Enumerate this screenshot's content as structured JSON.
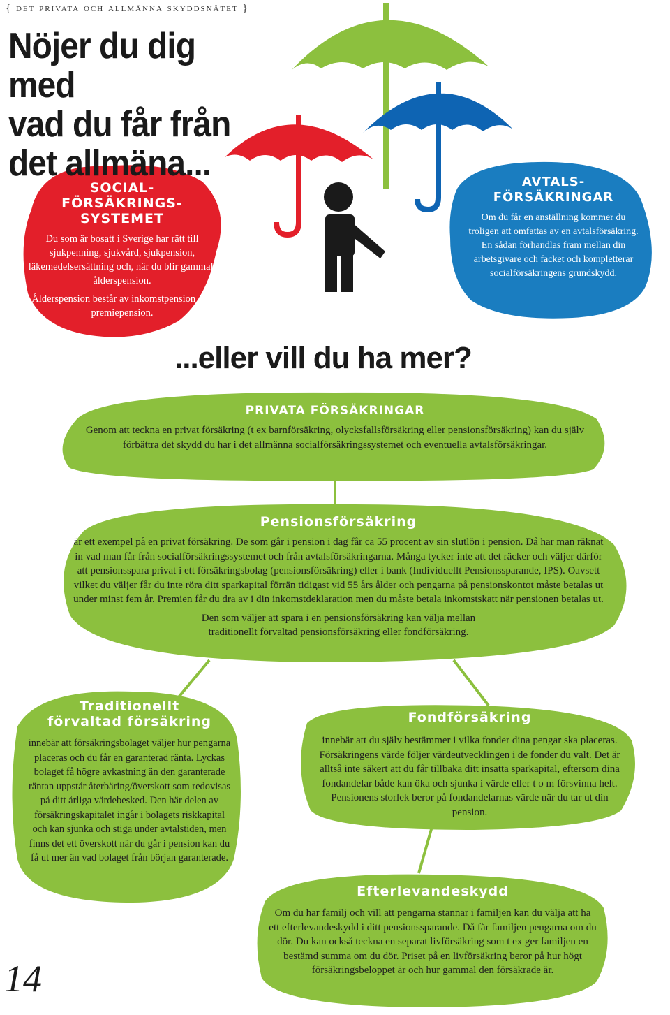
{
  "header": {
    "label": "{ det privata och allmänna skyddsnätet }"
  },
  "title": {
    "line1": "Nöjer du dig med",
    "line2": "vad du får från",
    "line3": "det allmäna..."
  },
  "question": "...eller vill du ha mer?",
  "social": {
    "title_l1": "SOCIAL-",
    "title_l2": "FÖRSÄKRINGS-",
    "title_l3": "SYSTEMET",
    "p1": "Du som är bosatt i Sverige har rätt till sjukpenning, sjukvård, sjukpension, läkemedelsersättning och, när du blir gammal, ålderspension.",
    "p2": "Ålderspension består av inkomstpension och premiepension."
  },
  "avtal": {
    "title_l1": "AVTALS-",
    "title_l2": "FÖRSÄKRINGAR",
    "text": "Om du får en anställning kommer du troligen att omfattas av en avtalsförsäkring. En sådan förhandlas fram mellan din arbetsgivare och facket och kompletterar socialförsäkringens grundskydd."
  },
  "privata": {
    "title": "PRIVATA FÖRSÄKRINGAR",
    "text": "Genom att teckna en privat försäkring (t ex barnförsäkring, olycksfallsförsäkring eller pensionsförsäkring) kan du själv förbättra det skydd du har i det allmänna socialförsäkringssystemet och eventuella avtalsförsäkringar."
  },
  "pension": {
    "title": "Pensionsförsäkring",
    "p1": "är ett exempel på en privat försäkring. De som går i pension i dag får ca 55 procent av sin slutlön i pension. Då har man räknat in vad man får från socialförsäkringssystemet och från avtalsförsäkringarna. Många tycker inte att det räcker och väljer därför att pensionsspara privat i ett försäkringsbolag (pensionsförsäkring) eller i bank (Individuellt Pensionssparande, IPS). Oavsett vilket du väljer får du inte röra ditt sparkapital förrän tidigast vid 55 års ålder och pengarna på pensionskontot måste betalas ut under minst fem år. Premien får du dra av i din inkomstdeklaration men du måste betala inkomstskatt när pensionen betalas ut.",
    "p2": "Den som väljer att spara i en pensionsförsäkring kan välja mellan traditionellt förvaltad pensionsförsäkring eller fondförsäkring."
  },
  "traditionell": {
    "title_l1": "Traditionellt",
    "title_l2": "förvaltad försäkring",
    "text": "innebär att försäkringsbolaget väljer hur pengarna placeras och du får en garanterad ränta. Lyckas bolaget få högre avkastning än den garanterade räntan uppstår återbäring/överskott som redovisas på ditt årliga värdebesked. Den här delen av försäkringskapitalet ingår i bolagets riskkapital och kan sjunka och stiga under avtalstiden, men finns det ett överskott när du går i pension kan du få ut mer än vad bolaget från början garanterade."
  },
  "fond": {
    "title": "Fondförsäkring",
    "text": "innebär att du själv bestämmer i vilka fonder dina pengar ska placeras. Försäkringens värde följer värdeutvecklingen i de fonder du valt. Det är alltså inte säkert att du får tillbaka ditt insatta sparkapital, eftersom dina fondandelar både kan öka och sjunka i värde eller t o m försvinna helt. Pensionens storlek beror på fondandelarnas värde när du tar ut din pension."
  },
  "efterlevande": {
    "title": "Efterlevandeskydd",
    "text": "Om du har familj och vill att pengarna stannar i familjen kan du välja att ha ett efterlevandeskydd i ditt pensionssparande. Då får familjen pengarna om du dör. Du kan också teckna en separat livförsäkring som t ex ger familjen en bestämd summa om du dör. Priset på en livförsäkring beror på hur högt försäkringsbeloppet är och hur gammal den försäkrade är."
  },
  "page": {
    "number": "14"
  },
  "colors": {
    "red": "#e31f2a",
    "blue": "#1a7dc0",
    "darkblue": "#0e64b3",
    "green": "#8cc03e",
    "black": "#1a1a1a"
  },
  "icons": [
    "red-umbrella-icon",
    "green-umbrella-icon",
    "blue-umbrella-icon",
    "person-icon"
  ]
}
